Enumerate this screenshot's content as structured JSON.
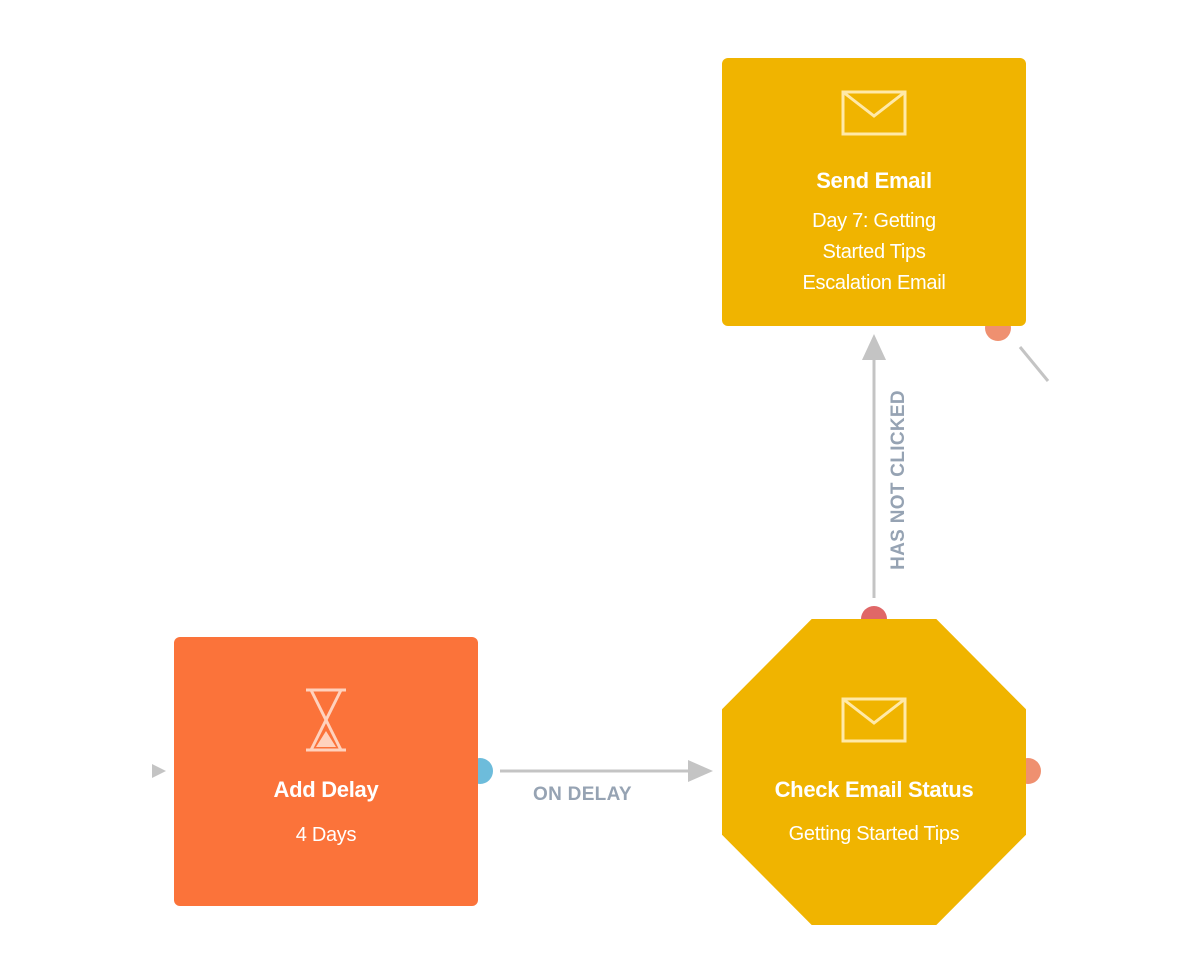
{
  "workflow": {
    "nodes": {
      "send_email": {
        "title": "Send Email",
        "subtitle_lines": [
          "Day 7: Getting",
          "Started Tips",
          "Escalation Email"
        ],
        "icon": "envelope-icon",
        "color": "#f0b400"
      },
      "add_delay": {
        "title": "Add Delay",
        "subtitle": "4 Days",
        "icon": "hourglass-icon",
        "color": "#fb733a"
      },
      "check_email_status": {
        "title": "Check Email Status",
        "subtitle": "Getting Started Tips",
        "icon": "envelope-icon",
        "color": "#f0b400"
      }
    },
    "edges": {
      "on_delay": "ON DELAY",
      "has_not_clicked": "HAS NOT CLICKED"
    },
    "colors": {
      "connector": "#c4c4c4",
      "edge_label": "#96a3b3",
      "port_blue": "#6dbcdb",
      "port_red": "#e06767",
      "port_salmon": "#ef9070"
    }
  }
}
